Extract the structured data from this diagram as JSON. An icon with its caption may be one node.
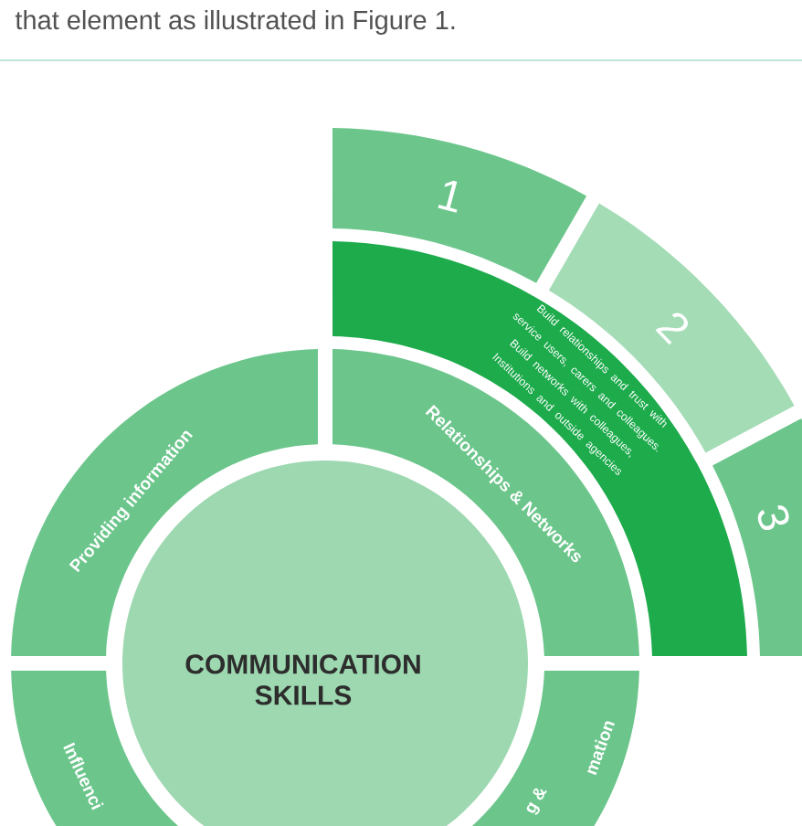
{
  "diagram": {
    "nodes": [
      {
        "text": [
          "COMMUNICATION SKILLS"
        ]
      },
      {
        "text": [
          "Providing information"
        ]
      },
      {
        "text": [
          "Relationships & Networks"
        ]
      },
      {
        "text": [
          "Influenci"
        ]
      },
      {
        "text": [
          "g &",
          "mation"
        ]
      },
      {
        "text": [
          "Build relationships and trust with service users, carers and colleagues. Build networks with colleagues, Institutions and outside agencies"
        ]
      },
      {
        "text": [
          "1"
        ]
      },
      {
        "text": [
          "2"
        ]
      },
      {
        "text": [
          "3"
        ]
      }
    ],
    "labels": [
      "that element as illustrated in Figure 1."
    ]
  }
}
